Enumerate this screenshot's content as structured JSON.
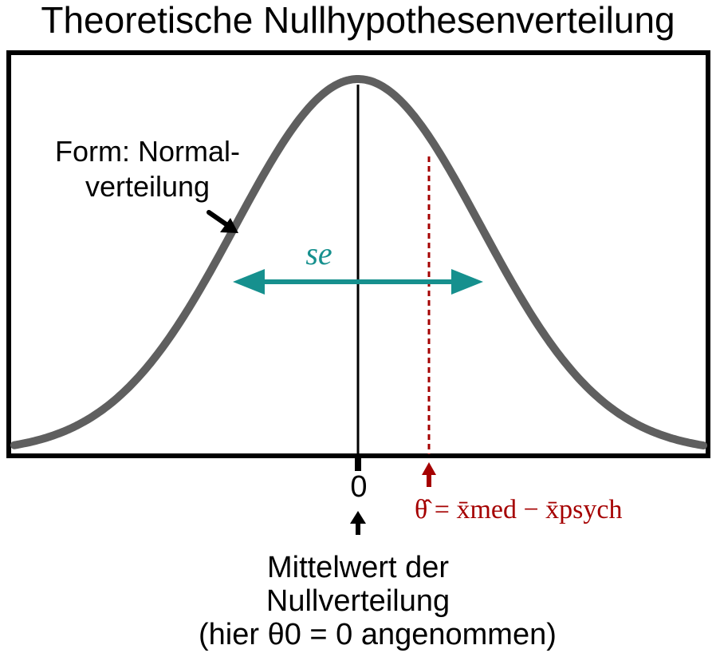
{
  "title": "Theoretische Nullhypothesenverteilung",
  "annotations": {
    "shape_line1": "Form: Normal-",
    "shape_line2": "verteilung",
    "se_label": "se",
    "zero_tick": "0",
    "estimate_label": "θ̂ = x̄med − x̄psych",
    "mean_line1": "Mittelwert der",
    "mean_line2": "Nullverteilung",
    "mean_line3": "(hier θ0 = 0 angenommen)"
  },
  "colors": {
    "curve": "#5f5f5f",
    "frame": "#000000",
    "se_arrow": "#16908e",
    "estimate": "#a50000"
  },
  "icons": {
    "left_arrow": "arrow-down-right-icon",
    "mean_arrow": "arrow-up-icon",
    "estimate_arrow": "arrow-up-icon",
    "se_arrow": "double-headed-arrow-icon"
  }
}
